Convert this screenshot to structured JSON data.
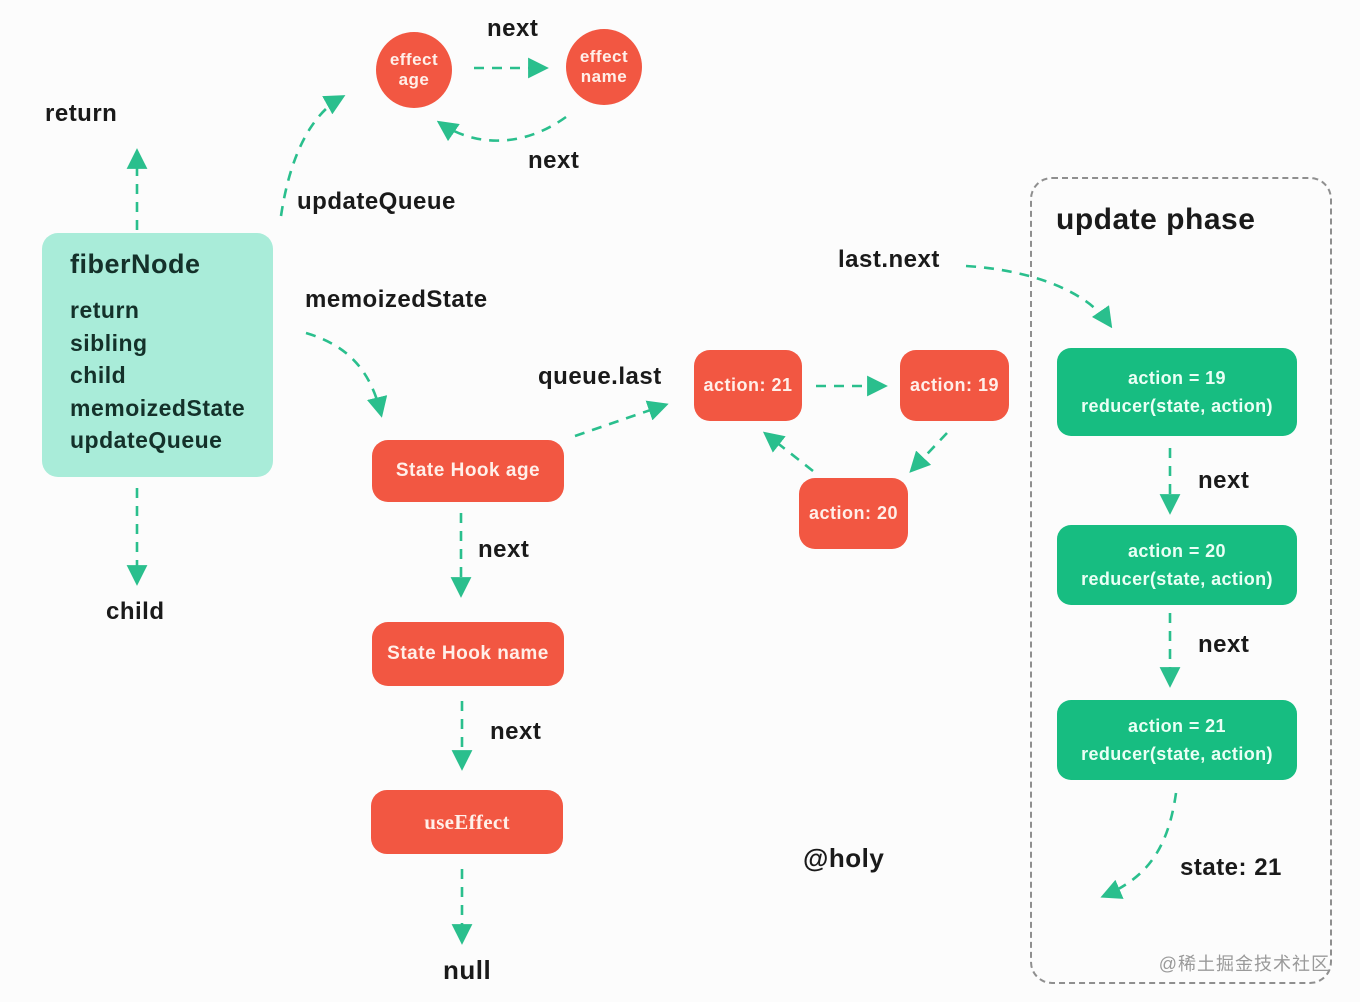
{
  "colors": {
    "background": "#fcfcfc",
    "node_red": "#f25742",
    "reducer_green": "#17bd81",
    "fiber_mint": "#a9ecd9",
    "arrow_green": "#2abf8d",
    "ink": "#1a1a1a",
    "phase_border_gray": "#8f8f8f",
    "watermark_gray": "#9a9a9a"
  },
  "fiber": {
    "title": "fiberNode",
    "fields": [
      "return",
      "sibling",
      "child",
      "memoizedState",
      "updateQueue"
    ]
  },
  "effect_circles": [
    {
      "line1": "effect",
      "line2": "age"
    },
    {
      "line1": "effect",
      "line2": "name"
    }
  ],
  "hooks": [
    {
      "label": "State Hook age"
    },
    {
      "label": "State Hook name"
    },
    {
      "label": "useEffect"
    }
  ],
  "actions": [
    {
      "label": "action: 21"
    },
    {
      "label": "action: 19"
    },
    {
      "label": "action: 20"
    }
  ],
  "update_phase": {
    "title": "update phase",
    "reducers": [
      {
        "line1": "action = 19",
        "line2": "reducer(state, action)"
      },
      {
        "line1": "action = 20",
        "line2": "reducer(state, action)"
      },
      {
        "line1": "action = 21",
        "line2": "reducer(state, action)"
      }
    ],
    "state_result": "state: 21",
    "watermark": "@稀土掘金技术社区"
  },
  "edge_labels": {
    "return": "return",
    "child": "child",
    "update_queue": "updateQueue",
    "memoized_state": "memoizedState",
    "queue_last": "queue.last",
    "last_next": "last.next",
    "next_effects_forward": "next",
    "next_effects_back": "next",
    "next_hook_age": "next",
    "next_hook_name": "next",
    "next_reducer_1": "next",
    "next_reducer_2": "next",
    "null": "null",
    "author": "@holy"
  }
}
